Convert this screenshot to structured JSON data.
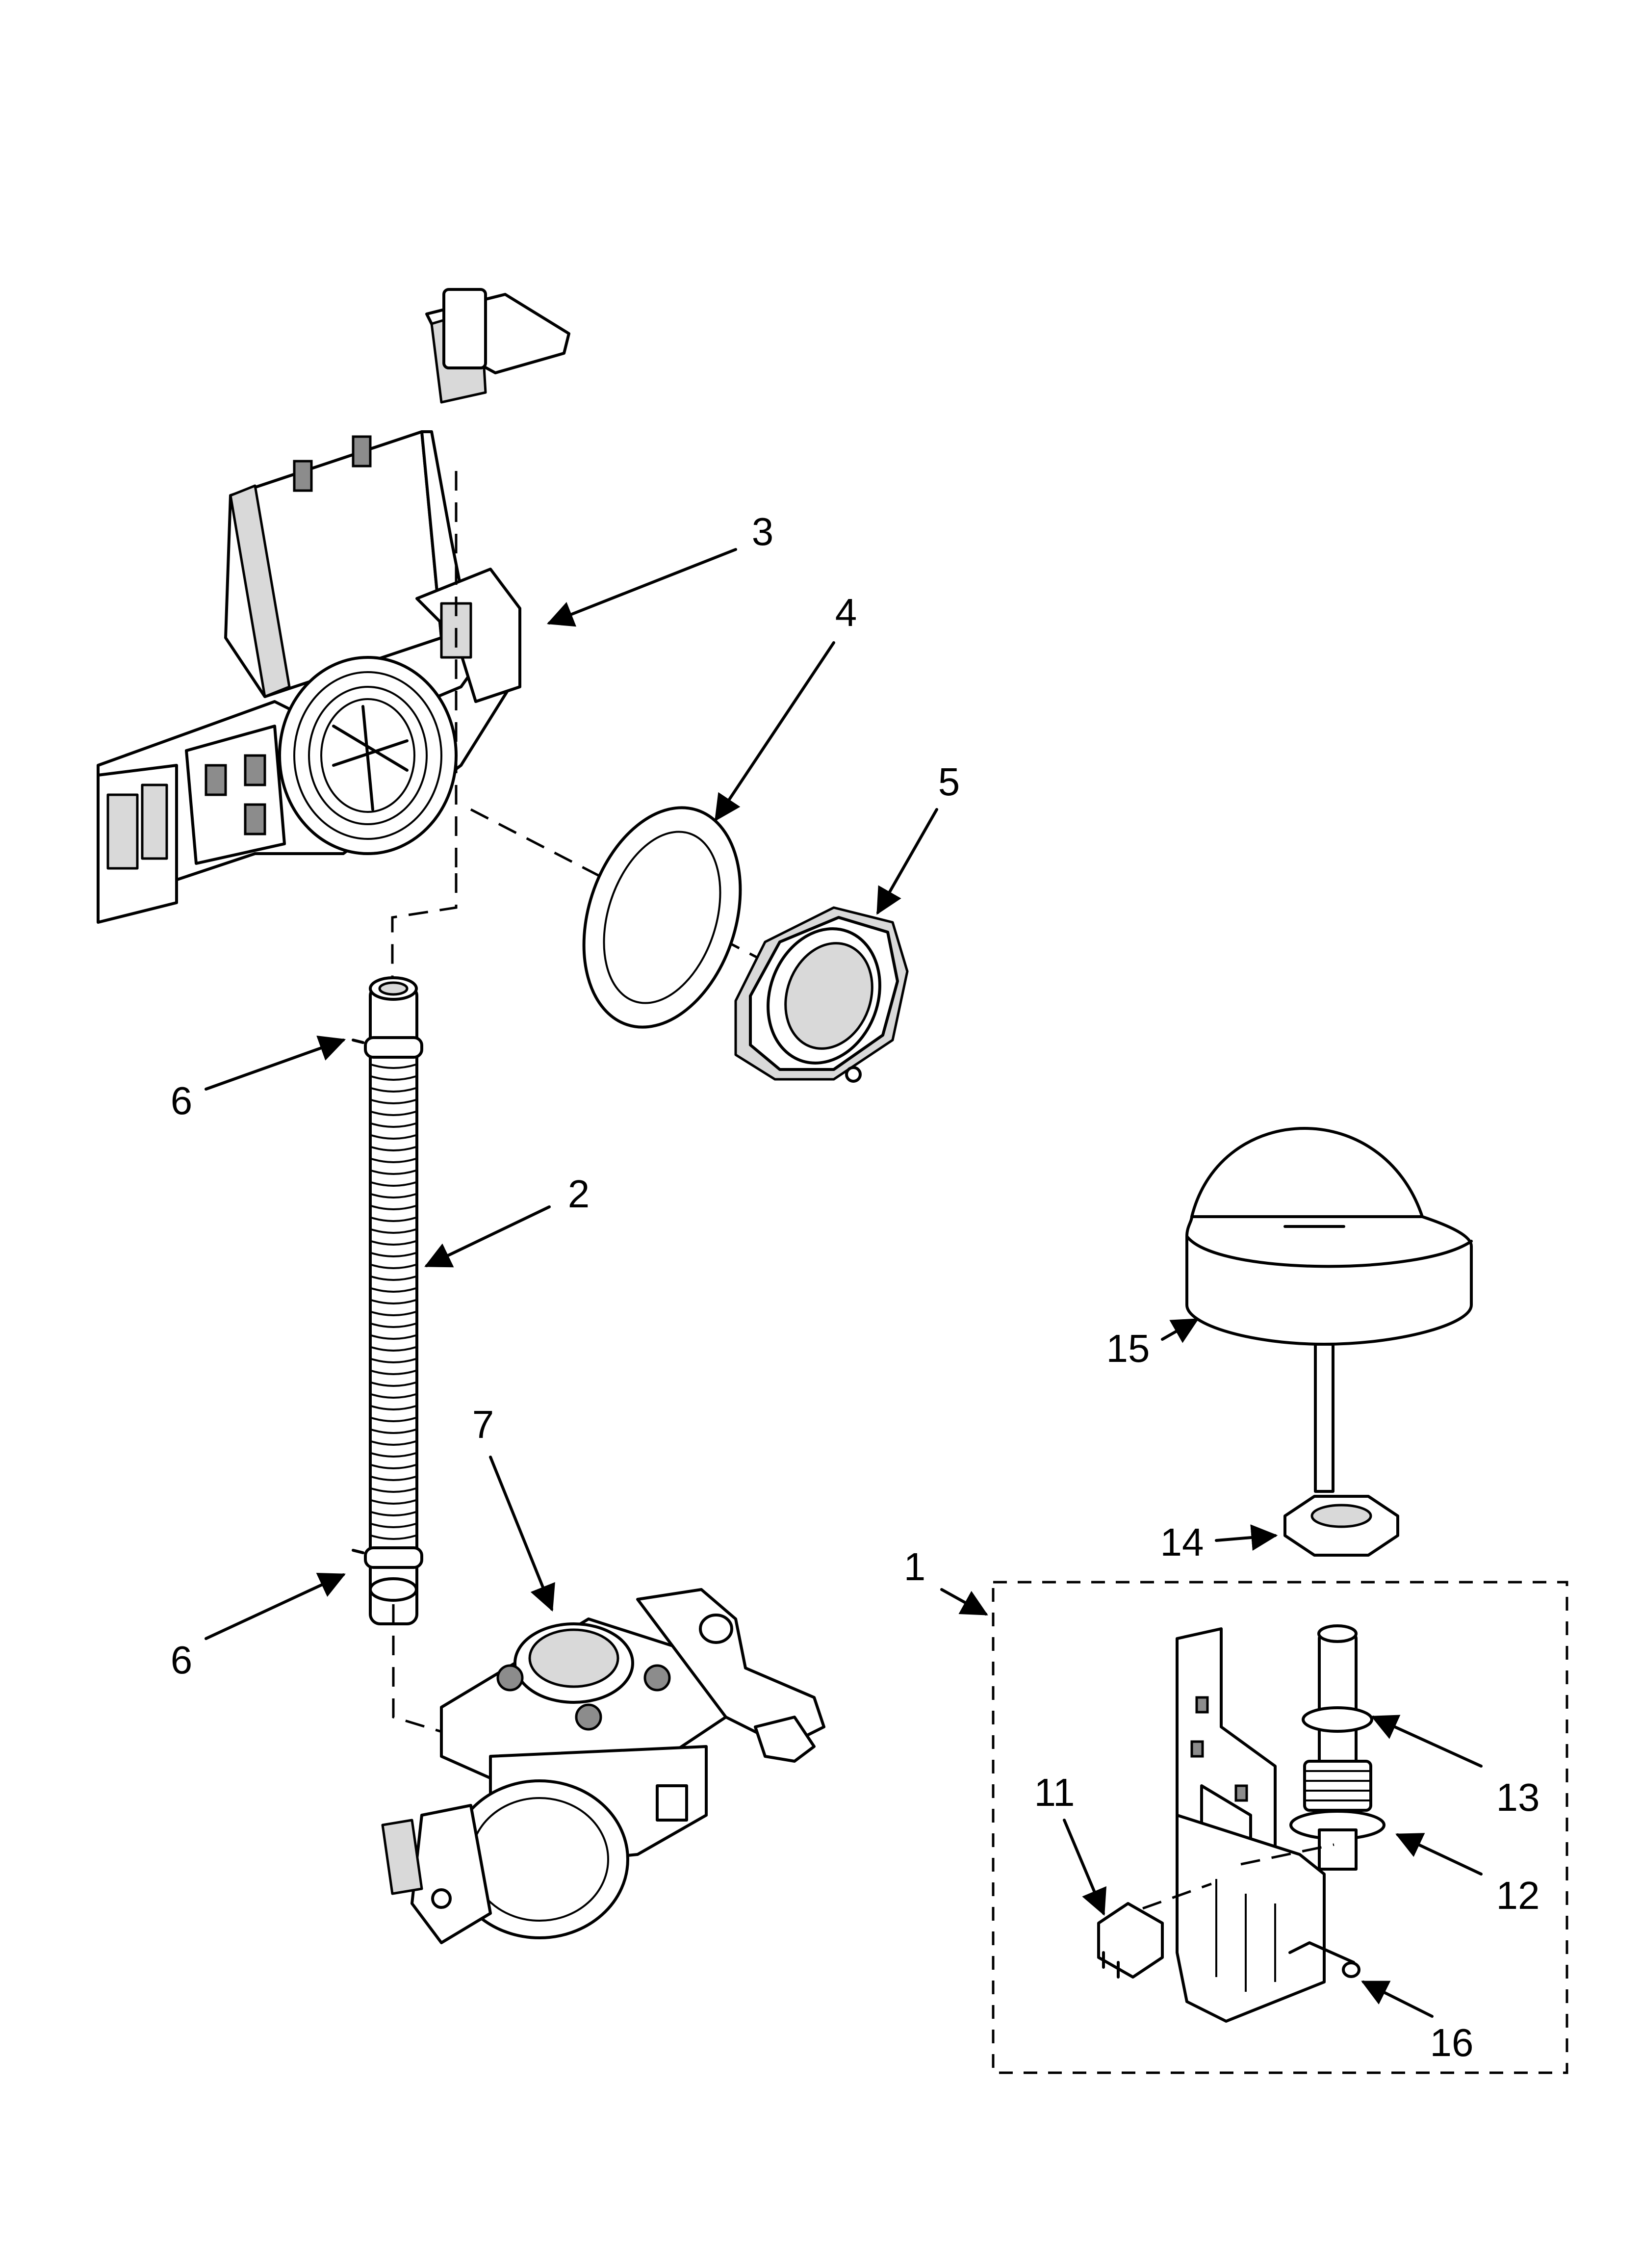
{
  "labels": {
    "p1": "1",
    "p2": "2",
    "p3": "3",
    "p4": "4",
    "p5": "5",
    "p6a": "6",
    "p6b": "6",
    "p7": "7",
    "p11": "11",
    "p12": "12",
    "p13": "13",
    "p14": "14",
    "p15": "15",
    "p16": "16"
  }
}
